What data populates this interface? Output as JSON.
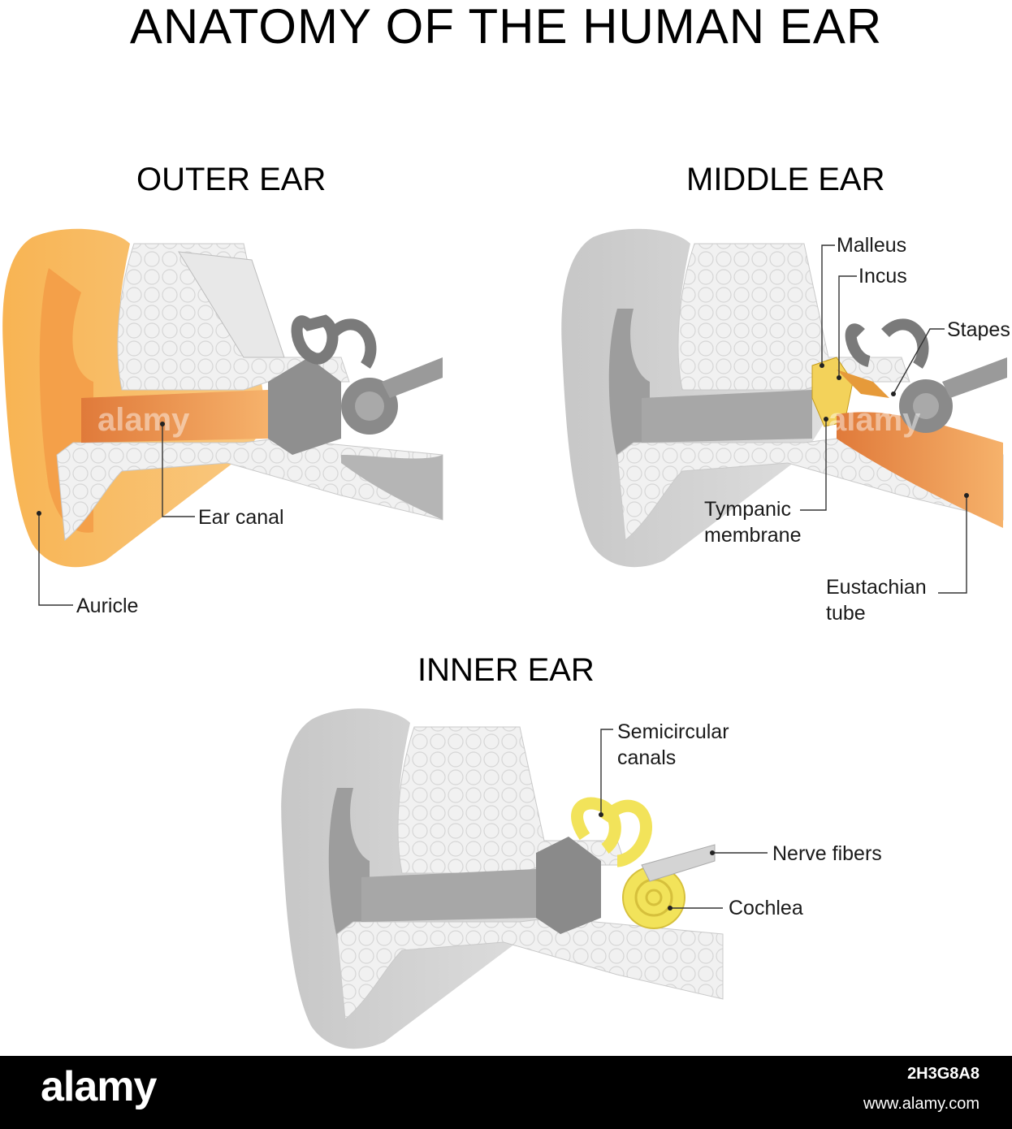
{
  "title": "ANATOMY OF THE HUMAN EAR",
  "sections": {
    "outer": {
      "heading": "OUTER EAR",
      "labels": {
        "ear_canal": "Ear canal",
        "auricle": "Auricle"
      }
    },
    "middle": {
      "heading": "MIDDLE EAR",
      "labels": {
        "malleus": "Malleus",
        "incus": "Incus",
        "stapes": "Stapes",
        "tympanic_1": "Tympanic",
        "tympanic_2": "membrane",
        "eustachian_1": "Eustachian",
        "eustachian_2": "tube"
      }
    },
    "inner": {
      "heading": "INNER EAR",
      "labels": {
        "semicircular_1": "Semicircular",
        "semicircular_2": "canals",
        "nerve_fibers": "Nerve fibers",
        "cochlea": "Cochlea"
      }
    }
  },
  "watermark": {
    "logo": "alamy",
    "image_id": "2H3G8A8",
    "url": "www.alamy.com"
  },
  "colors": {
    "outer_highlight": "#f6b04a",
    "canal_highlight": "#e58a3c",
    "ossicle_highlight": "#f3d25a",
    "inner_highlight": "#f2e35a",
    "gray_skin": "#c9c9c9",
    "bone": "#f2f2f2"
  }
}
